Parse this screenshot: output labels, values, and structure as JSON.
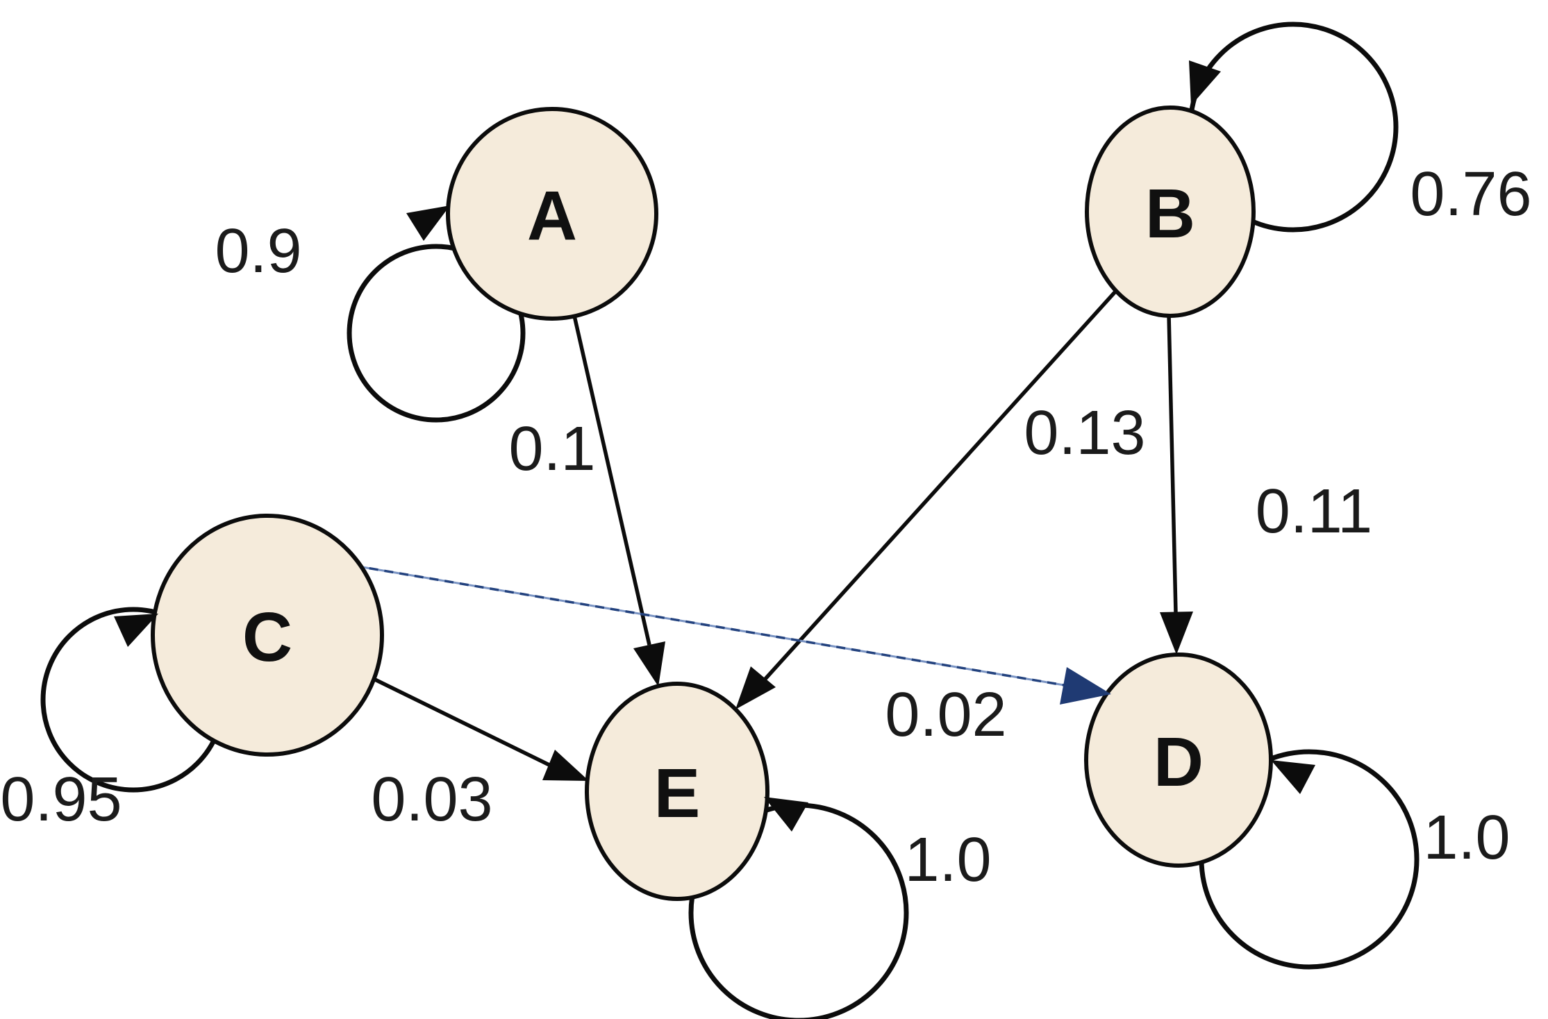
{
  "diagram": {
    "kind": "markov-chain-state-transition-diagram",
    "colors": {
      "background": "#ffffff",
      "node_fill": "#f5ebdb",
      "node_stroke": "#0c0c0c",
      "edge_color": "#0c0c0c",
      "highlight_edge_color": "#23427e",
      "highlight_arrowhead_color": "#1f3a73",
      "label_color": "#1b1b1b"
    },
    "nodes": [
      {
        "id": "A",
        "label": "A",
        "self_loop_probability": "0.9"
      },
      {
        "id": "B",
        "label": "B",
        "self_loop_probability": "0.76"
      },
      {
        "id": "C",
        "label": "C",
        "self_loop_probability": "0.95"
      },
      {
        "id": "D",
        "label": "D",
        "self_loop_probability": "1.0"
      },
      {
        "id": "E",
        "label": "E",
        "self_loop_probability": "1.0"
      }
    ],
    "edges": [
      {
        "from": "A",
        "to": "E",
        "probability": "0.1",
        "style": "solid-black"
      },
      {
        "from": "B",
        "to": "E",
        "probability": "0.13",
        "style": "solid-black"
      },
      {
        "from": "B",
        "to": "D",
        "probability": "0.11",
        "style": "solid-black"
      },
      {
        "from": "C",
        "to": "E",
        "probability": "0.03",
        "style": "solid-black"
      },
      {
        "from": "C",
        "to": "D",
        "probability": "0.02",
        "style": "dashed-blue"
      }
    ]
  }
}
